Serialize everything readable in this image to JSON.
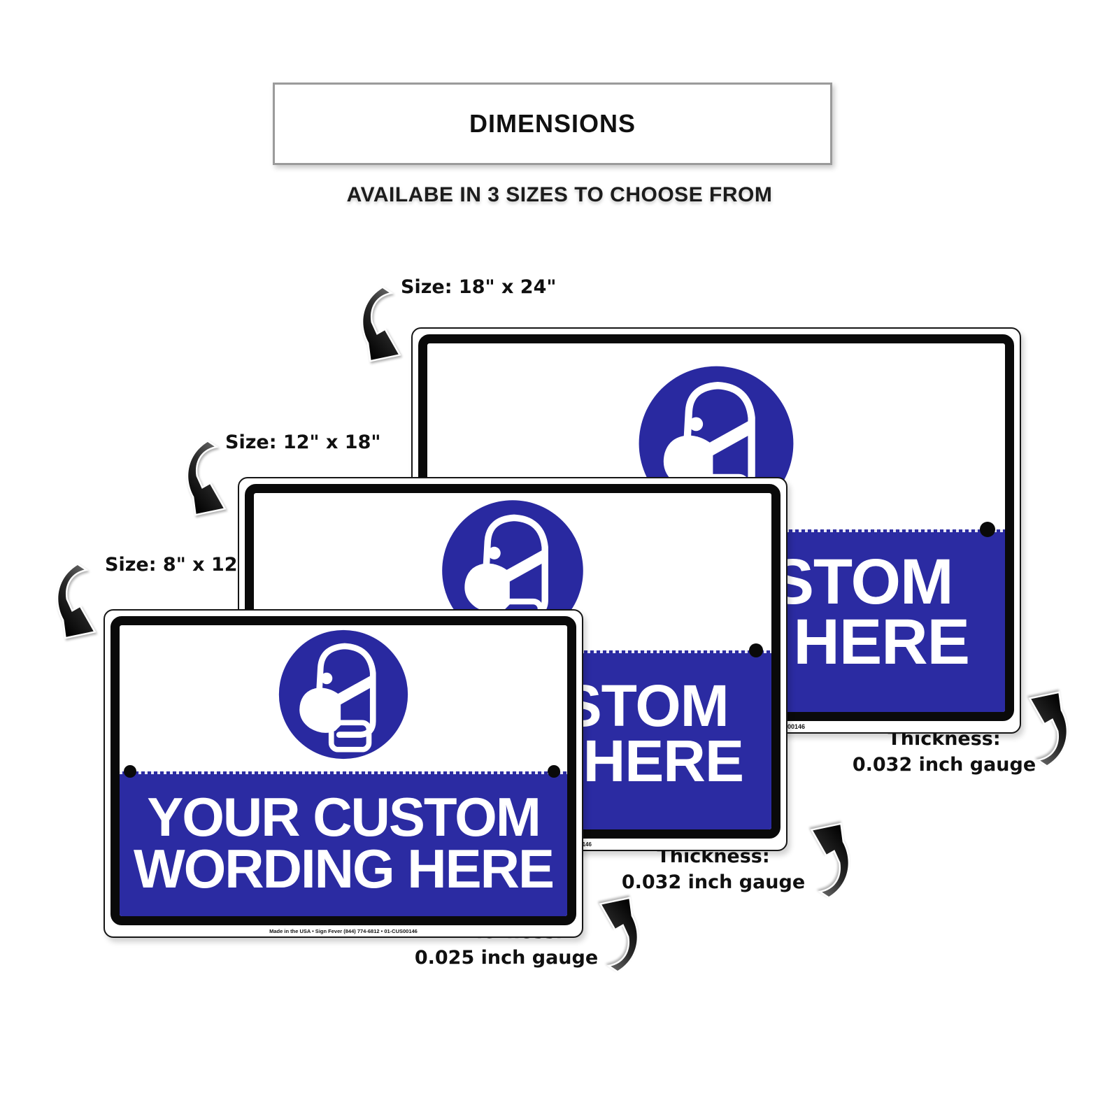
{
  "header": {
    "title": "DIMENSIONS",
    "subtitle": "AVAILABE IN 3 SIZES TO CHOOSE FROM"
  },
  "signs": [
    {
      "name": "18x24",
      "size_label": "Size: 18\" x 24\"",
      "thickness_line1": "Thickness:",
      "thickness_line2": "0.032 inch gauge",
      "wording_line1": "YOUR CUSTOM",
      "wording_line2": "WORDING HERE",
      "fine_print": "Made in the USA • Sign Fever (844) 774-6812 • 01-CUS00146"
    },
    {
      "name": "12x18",
      "size_label": "Size: 12\" x 18\"",
      "thickness_line1": "Thickness:",
      "thickness_line2": "0.032 inch gauge",
      "wording_line1": "YOUR CUSTOM",
      "wording_line2": "WORDING HERE",
      "fine_print": "Made in the USA • Sign Fever (844) 774-6812 • 01-CUS00146"
    },
    {
      "name": "8x12",
      "size_label": "Size: 8\" x 12\"",
      "thickness_line1": "Thickness:",
      "thickness_line2": "0.025 inch gauge",
      "wording_line1": "YOUR CUSTOM",
      "wording_line2": "WORDING HERE",
      "fine_print": "Made in the USA • Sign Fever (844) 774-6812 • 01-CUS00146"
    }
  ],
  "colors": {
    "sign_blue": "#2B2BA2",
    "icon_blue": "#2929A0",
    "arrow_black": "#0a0a0a",
    "box_border_gray": "#9b9b9b"
  }
}
